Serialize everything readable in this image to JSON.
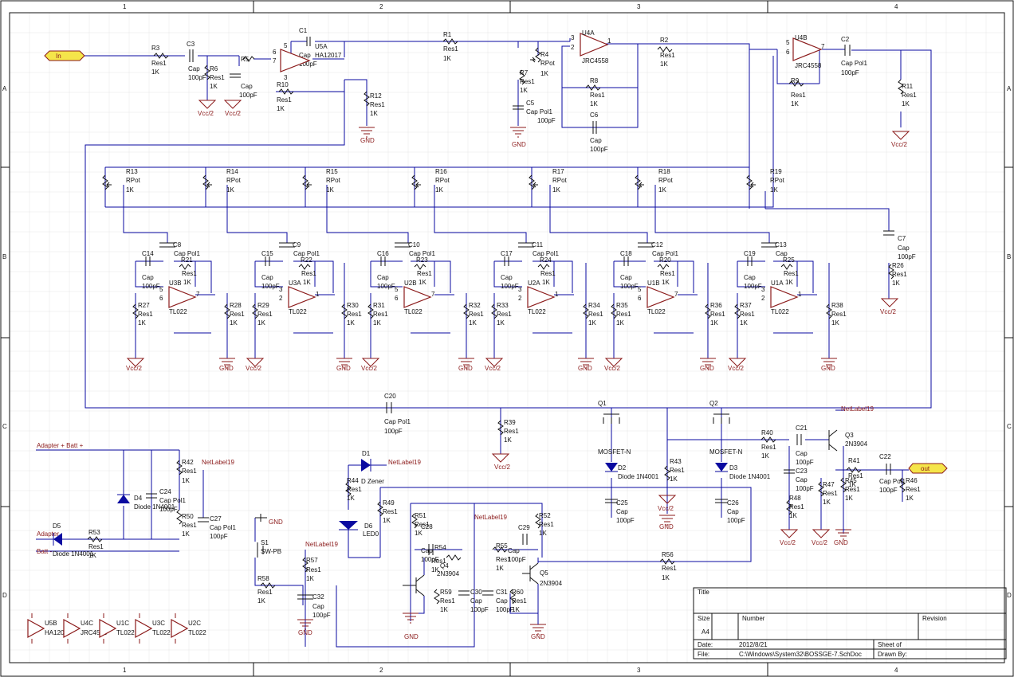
{
  "border": {
    "columns": [
      "1",
      "2",
      "3",
      "4"
    ],
    "rows": [
      "A",
      "B",
      "C",
      "D"
    ]
  },
  "nets": {
    "in": "In",
    "out": "out",
    "vcc2": "Vcc/2",
    "gnd": "GND",
    "adapter_batt": "Adapter + Batt +",
    "adapter": "Adapter",
    "batt_minus": "Batt -",
    "netlabel19": "NetLabel19"
  },
  "parts": {
    "R3": [
      "R3",
      "Res1",
      "1K"
    ],
    "C3": [
      "C3",
      "Cap",
      "100pF"
    ],
    "R6": [
      "R6",
      "Res1",
      "1K"
    ],
    "R5": [
      "R5",
      "Cap",
      "100pF"
    ],
    "C1": [
      "C1",
      "Cap",
      "100pF"
    ],
    "U5A": [
      "U5A",
      "HA12017"
    ],
    "R10": [
      "R10",
      "Res1",
      "1K"
    ],
    "R12": [
      "R12",
      "Res1",
      "1K"
    ],
    "R1": [
      "R1",
      "Res1",
      "1K"
    ],
    "R4": [
      "R4",
      "RPot",
      "1K"
    ],
    "R7": [
      "R7",
      "Res1",
      "1K"
    ],
    "C5": [
      "C5",
      "Cap Pol1",
      "100pF"
    ],
    "U4A": [
      "U4A",
      "JRC4558"
    ],
    "R8": [
      "R8",
      "Res1",
      "1K"
    ],
    "C6": [
      "C6",
      "Cap",
      "100pF"
    ],
    "R2": [
      "R2",
      "Res1",
      "1K"
    ],
    "U4B": [
      "U4B",
      "JRC4558"
    ],
    "R9": [
      "R9",
      "Res1",
      "1K"
    ],
    "C2": [
      "C2",
      "Cap Pol1",
      "100pF"
    ],
    "R11": [
      "R11",
      "Res1",
      "1K"
    ],
    "pots": [
      [
        "R13",
        "RPot",
        "1K"
      ],
      [
        "R14",
        "RPot",
        "1K"
      ],
      [
        "R15",
        "RPot",
        "1K"
      ],
      [
        "R16",
        "RPot",
        "1K"
      ],
      [
        "R17",
        "RPot",
        "1K"
      ],
      [
        "R18",
        "RPot",
        "1K"
      ],
      [
        "R19",
        "RPot",
        "1K"
      ]
    ],
    "filters": [
      {
        "u": "U3B",
        "tl": "TL022",
        "cp": "C8",
        "cp2": "Cap Pol1",
        "c": "C14",
        "r1": "R27",
        "r2": "R28",
        "rf": "R21",
        "pin": "5",
        "pin2": "6",
        "pinout": "7"
      },
      {
        "u": "U3A",
        "tl": "TL022",
        "cp": "C9",
        "cp2": "Cap Pol1",
        "c": "C15",
        "r1": "R29",
        "r2": "R30",
        "rf": "R22",
        "pin": "3",
        "pin2": "2",
        "pinout": "1"
      },
      {
        "u": "U2B",
        "tl": "TL022",
        "cp": "C10",
        "cp2": "Cap Pol1",
        "c": "C16",
        "r1": "R31",
        "r2": "R32",
        "rf": "R23",
        "pin": "5",
        "pin2": "6",
        "pinout": "7"
      },
      {
        "u": "U2A",
        "tl": "TL022",
        "cp": "C11",
        "cp2": "Cap Pol1",
        "c": "C17",
        "r1": "R33",
        "r2": "R34",
        "rf": "R24",
        "pin": "3",
        "pin2": "2",
        "pinout": "1"
      },
      {
        "u": "U1B",
        "tl": "TL022",
        "cp": "C12",
        "cp2": "Cap Pol1",
        "c": "C18",
        "r1": "R35",
        "r2": "R36",
        "rf": "R20",
        "pin": "5",
        "pin2": "6",
        "pinout": "7"
      },
      {
        "u": "U1A",
        "tl": "TL022",
        "cp": "C13",
        "cp2": "Cap",
        "c": "C19",
        "r1": "R37",
        "r2": "R38",
        "rf": "R25",
        "pin": "3",
        "pin2": "2",
        "pinout": "1"
      }
    ],
    "C7": [
      "C7",
      "Cap",
      "100pF"
    ],
    "R26": [
      "R26",
      "Res1",
      "1K"
    ],
    "C20": [
      "C20",
      "Cap Pol1",
      "100pF"
    ],
    "R39": [
      "R39",
      "Res1",
      "1K"
    ],
    "Q1": [
      "Q1",
      "MOSFET-N"
    ],
    "Q2": [
      "Q2",
      "MOSFET-N"
    ],
    "D2": [
      "D2",
      "Diode 1N4001"
    ],
    "D3": [
      "D3",
      "Diode 1N4001"
    ],
    "R43": [
      "R43",
      "Res1",
      "1K"
    ],
    "C25": [
      "C25",
      "Cap",
      "100pF"
    ],
    "C26": [
      "C26",
      "Cap",
      "100pF"
    ],
    "R40": [
      "R40",
      "Res1",
      "1K"
    ],
    "C21": [
      "C21",
      "Cap",
      "100pF"
    ],
    "C23": [
      "C23",
      "Cap",
      "100pF"
    ],
    "Q3": [
      "Q3",
      "2N3904"
    ],
    "R41": [
      "R41",
      "Res1",
      "1K"
    ],
    "C22": [
      "C22",
      "Cap Pol1",
      "100pF"
    ],
    "R46": [
      "R46",
      "Res1",
      "1K"
    ],
    "R45": [
      "R45",
      "Res1",
      "1K"
    ],
    "R47": [
      "R47",
      "Res1",
      "1K"
    ],
    "R48": [
      "R48",
      "Res1",
      "1K"
    ],
    "R42": [
      "R42",
      "Res1",
      "1K"
    ],
    "D4": [
      "D4",
      "Diode 1N4001"
    ],
    "C24": [
      "C24",
      "Cap Pol1",
      "100pF"
    ],
    "R50": [
      "R50",
      "Res1",
      "1K"
    ],
    "C27": [
      "C27",
      "Cap Pol1",
      "100pF"
    ],
    "D5": [
      "D5",
      "Diode 1N4001"
    ],
    "R53": [
      "R53",
      "Res1",
      "1K"
    ],
    "D1": [
      "D1",
      "D Zener"
    ],
    "R44": [
      "R44",
      "Res1",
      "1K"
    ],
    "D6": [
      "D6",
      "LED0"
    ],
    "R49": [
      "R49",
      "Res1",
      "1K"
    ],
    "S1": [
      "S1",
      "SW-PB"
    ],
    "R57": [
      "R57",
      "Res1",
      "1K"
    ],
    "R58": [
      "R58",
      "Res1",
      "1K"
    ],
    "C32": [
      "C32",
      "Cap",
      "100pF"
    ],
    "R51": [
      "R51",
      "Res1",
      "1K"
    ],
    "C28": [
      "C28",
      "Cap",
      "100pF"
    ],
    "R54": [
      "R54",
      "Res1",
      "1K"
    ],
    "Q4": [
      "Q4",
      "2N3904"
    ],
    "R59": [
      "R59",
      "Res1",
      "1K"
    ],
    "C30": [
      "C30",
      "Cap",
      "100pF"
    ],
    "C31": [
      "C31",
      "Cap",
      "100pF"
    ],
    "R60": [
      "R60",
      "Res1",
      "1K"
    ],
    "R52": [
      "R52",
      "Res1",
      "1K"
    ],
    "C29": [
      "C29",
      "Cap",
      "100pF"
    ],
    "R55": [
      "R55",
      "Res1",
      "1K"
    ],
    "Q5": [
      "Q5",
      "2N3904"
    ],
    "R56": [
      "R56",
      "Res1",
      "1K"
    ]
  },
  "power_units": [
    [
      "U5B",
      "HA12017"
    ],
    [
      "U4C",
      "JRC4558"
    ],
    [
      "U1C",
      "TL022"
    ],
    [
      "U3C",
      "TL022"
    ],
    [
      "U2C",
      "TL022"
    ]
  ],
  "title_block": {
    "title_label": "Title",
    "size_label": "Size",
    "size_value": "A4",
    "number_label": "Number",
    "revision_label": "Revision",
    "date_label": "Date:",
    "date_value": "2012/8/21",
    "sheet_label": "Sheet    of",
    "file_label": "File:",
    "file_value": "C:\\Windows\\System32\\BOSSGE-7.SchDoc",
    "drawn_label": "Drawn By:"
  }
}
